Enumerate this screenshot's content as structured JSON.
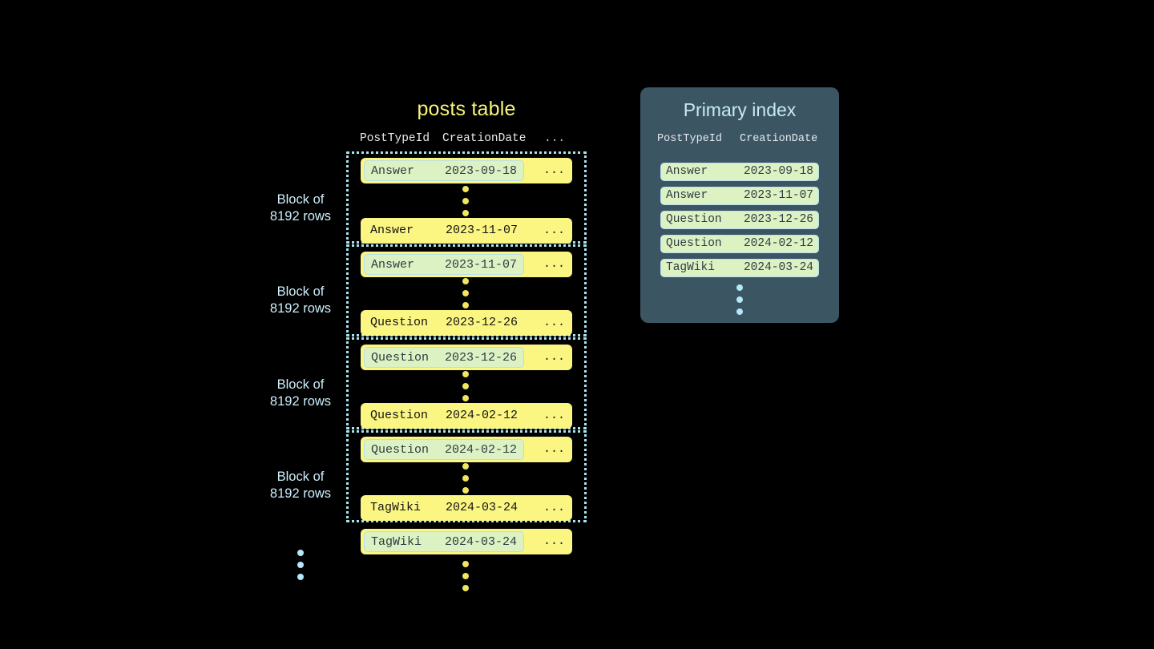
{
  "posts_table": {
    "title": "posts table",
    "headers": {
      "post_type_id": "PostTypeId",
      "creation_date": "CreationDate",
      "more": "..."
    },
    "block_label": "Block of\n8192 rows",
    "block_label_line1": "Block of",
    "block_label_line2": "8192 rows",
    "row_more": "...",
    "blocks": [
      {
        "label_line1": "Block of",
        "label_line2": "8192 rows",
        "first_row": {
          "post_type_id": "Answer",
          "creation_date": "2023-09-18",
          "more": "...",
          "highlighted": true
        },
        "last_row": {
          "post_type_id": "Answer",
          "creation_date": "2023-11-07",
          "more": "...",
          "highlighted": false
        }
      },
      {
        "label_line1": "Block of",
        "label_line2": "8192 rows",
        "first_row": {
          "post_type_id": "Answer",
          "creation_date": "2023-11-07",
          "more": "...",
          "highlighted": true
        },
        "last_row": {
          "post_type_id": "Question",
          "creation_date": "2023-12-26",
          "more": "...",
          "highlighted": false
        }
      },
      {
        "label_line1": "Block of",
        "label_line2": "8192 rows",
        "first_row": {
          "post_type_id": "Question",
          "creation_date": "2023-12-26",
          "more": "...",
          "highlighted": true
        },
        "last_row": {
          "post_type_id": "Question",
          "creation_date": "2024-02-12",
          "more": "...",
          "highlighted": false
        }
      },
      {
        "label_line1": "Block of",
        "label_line2": "8192 rows",
        "first_row": {
          "post_type_id": "Question",
          "creation_date": "2024-02-12",
          "more": "...",
          "highlighted": true
        },
        "last_row": {
          "post_type_id": "TagWiki",
          "creation_date": "2024-03-24",
          "more": "...",
          "highlighted": false
        }
      }
    ],
    "trailing_row": {
      "post_type_id": "TagWiki",
      "creation_date": "2024-03-24",
      "more": "...",
      "highlighted": true
    }
  },
  "primary_index": {
    "title": "Primary index",
    "headers": {
      "post_type_id": "PostTypeId",
      "creation_date": "CreationDate"
    },
    "rows": [
      {
        "post_type_id": "Answer",
        "creation_date": "2023-09-18"
      },
      {
        "post_type_id": "Answer",
        "creation_date": "2023-11-07"
      },
      {
        "post_type_id": "Question",
        "creation_date": "2023-12-26"
      },
      {
        "post_type_id": "Question",
        "creation_date": "2024-02-12"
      },
      {
        "post_type_id": "TagWiki",
        "creation_date": "2024-03-24"
      }
    ]
  },
  "colors": {
    "background": "#000000",
    "row_yellow": "#fbf582",
    "highlight_green": "#ddf2c2",
    "highlight_border": "#b6dfef",
    "block_border": "#a8e4f0",
    "label_blue": "#cdeefb",
    "title_yellow": "#f6f47a",
    "panel_slate": "#3b5563",
    "dot_yellow": "#f2e65c",
    "dot_blue": "#b5e8f7"
  }
}
